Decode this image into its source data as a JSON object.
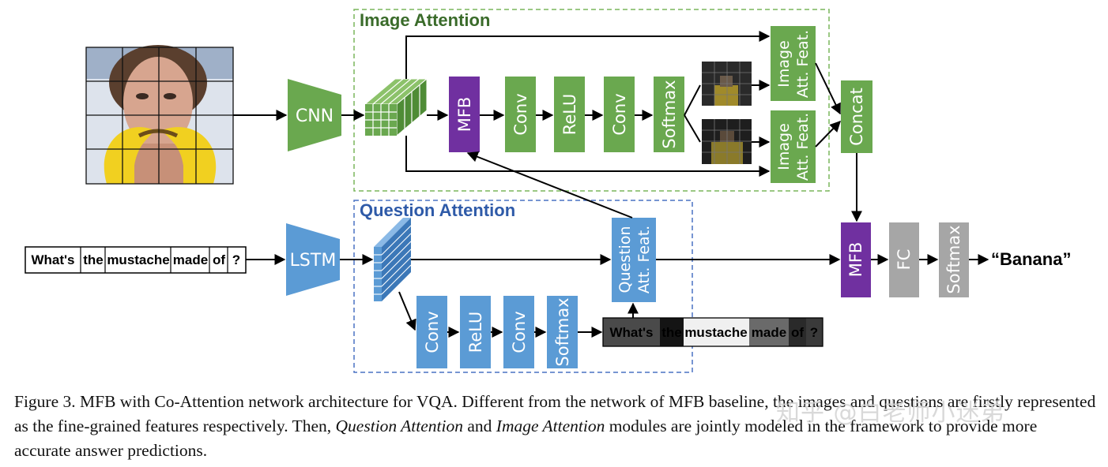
{
  "sections": {
    "image_attention": "Image Attention",
    "question_attention": "Question Attention"
  },
  "blocks": {
    "cnn": "CNN",
    "lstm": "LSTM",
    "mfb_image": "MFB",
    "conv1": "Conv",
    "relu1": "ReLU",
    "conv2": "Conv",
    "softmax1": "Softmax",
    "img_att_feat_1": [
      "Image",
      "Att. Feat."
    ],
    "img_att_feat_2": [
      "Image",
      "Att. Feat."
    ],
    "concat": "Concat",
    "q_conv1": "Conv",
    "q_relu": "ReLU",
    "q_conv2": "Conv",
    "q_softmax": "Softmax",
    "q_att_feat": [
      "Question",
      "Att. Feat."
    ],
    "mfb_final": "MFB",
    "fc": "FC",
    "softmax_final": "Softmax"
  },
  "question_words": [
    "What's",
    "the",
    "mustache",
    "made",
    "of",
    "?"
  ],
  "answer": "“Banana”",
  "caption": {
    "part1": "Figure 3. MFB with Co-Attention network architecture for VQA. Different from the network of MFB baseline, the images and questions are firstly represented as the fine-grained features respectively. Then, ",
    "italic1": "Question Attention",
    "part2": " and ",
    "italic2": "Image Attention",
    "part3": " modules are jointly modeled in the framework to provide more accurate answer predictions."
  },
  "watermark": "知乎 @白老师小迷弟",
  "colors": {
    "green": "#6aa84f",
    "blue": "#5b9bd5",
    "purple": "#7030a0",
    "gray": "#a6a6a6",
    "image_section_border": "#7ab55c",
    "question_section_border": "#4a72c4",
    "image_section_title": "#3a6b2a",
    "question_section_title": "#2e5aa8"
  }
}
